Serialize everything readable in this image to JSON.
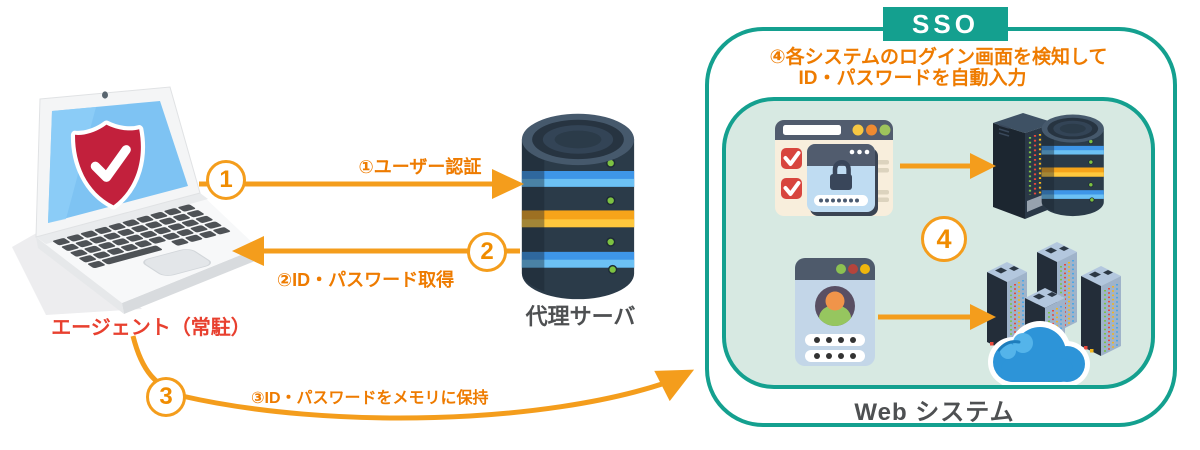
{
  "colors": {
    "teal": "#14A08F",
    "orange": "#F49D1C",
    "orange-text": "#EE7B00",
    "red-label": "#E8402F",
    "inner-bg": "#D7E9E2",
    "label-gray": "#4E5052"
  },
  "nodes": {
    "agent_label": "エージェント（常駐）",
    "proxy_label": "代理サーバ",
    "sso_tag": "SSO",
    "web_system_label": "Web システム"
  },
  "flows": {
    "f1": {
      "num": "1",
      "label": "①ユーザー認証"
    },
    "f2": {
      "num": "2",
      "label": "②ID・パスワード取得"
    },
    "f3": {
      "num": "3",
      "label": "③ID・パスワードをメモリに保持"
    },
    "f4": {
      "num": "4",
      "label_line1": "④各システムのログイン画面を検知して",
      "label_line2": "ID・パスワードを自動入力"
    }
  }
}
